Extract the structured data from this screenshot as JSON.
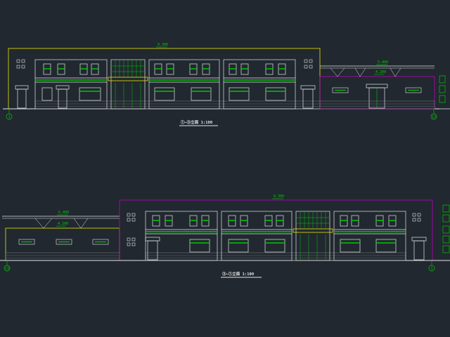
{
  "colors": {
    "background": "#212830",
    "outline": "#e6e6e6",
    "yellow": "#e6e600",
    "magenta": "#c000c0",
    "green": "#00c800",
    "dim": "#808080"
  },
  "drawing_1": {
    "title": "①—③立面 1:100",
    "height_main": "9.300",
    "height_annex": "5.400",
    "height_annex_inner": "4.200",
    "axis_left": "1",
    "axis_right": "13"
  },
  "drawing_2": {
    "title": "③—①立面 1:100",
    "height_main": "9.300",
    "height_annex": "5.400",
    "height_annex_inner": "4.200",
    "axis_left": "13",
    "axis_right": "1"
  }
}
